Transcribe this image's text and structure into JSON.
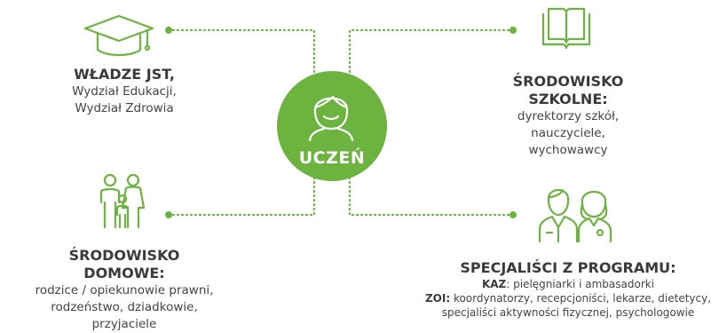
{
  "center": {
    "label": "UCZEŃ"
  },
  "nodes": {
    "top_left": {
      "title": "WŁADZE JST,",
      "lines": [
        "Wydział Edukacji,",
        "Wydział Zdrowia"
      ]
    },
    "top_right": {
      "title_lines": [
        "ŚRODOWISKO",
        "SZKOLNE:"
      ],
      "lines": [
        "dyrektorzy szkół,",
        "nauczyciele,",
        "wychowawcy"
      ]
    },
    "bottom_left": {
      "title_lines": [
        "ŚRODOWISKO",
        "DOMOWE:"
      ],
      "lines": [
        "rodzice / opiekunowie prawni,",
        "rodzeństwo, dziadkowie, przyjaciele"
      ]
    },
    "bottom_right": {
      "title": "SPECJALIŚCI Z PROGRAMU:",
      "kaz_key": "KAZ",
      "kaz_text": ": pielęgniarki i ambasadorki",
      "zoi_key": "ZOI:",
      "zoi_text": " koordynatorzy, recepcjoniści, lekarze, dietetycy,",
      "zoi_text_2": "specjaliści aktywności fizycznej, psychologowie"
    }
  },
  "colors": {
    "accent": "#6db33f",
    "text": "#333333"
  },
  "icons": [
    "graduation-cap-icon",
    "open-book-icon",
    "family-icon",
    "doctors-icon",
    "student-face-icon"
  ]
}
